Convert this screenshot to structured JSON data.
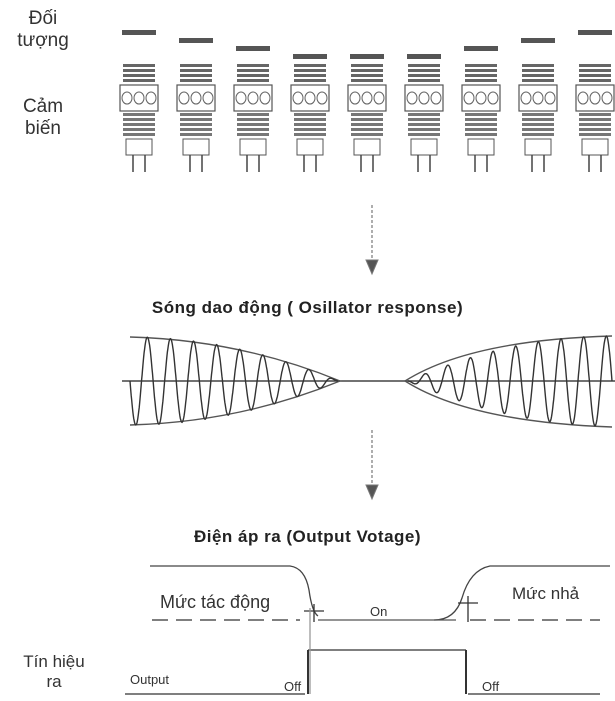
{
  "labels": {
    "object": "Đối tượng",
    "sensor": "Cảm biến",
    "output_signal": "Tín hiệu ra"
  },
  "titles": {
    "oscillation": "Sóng dao động ( Osillator response)",
    "output_voltage": "Điện áp ra (Output Votage)"
  },
  "output_chart": {
    "operate_level": "Mức tác động",
    "release_level": "Mức nhả",
    "on": "On",
    "output": "Output",
    "off_left": "Off",
    "off_right": "Off"
  },
  "sensors": {
    "count": 9,
    "object_distance": [
      3,
      2,
      1,
      0,
      0,
      0,
      1,
      2,
      3
    ]
  }
}
